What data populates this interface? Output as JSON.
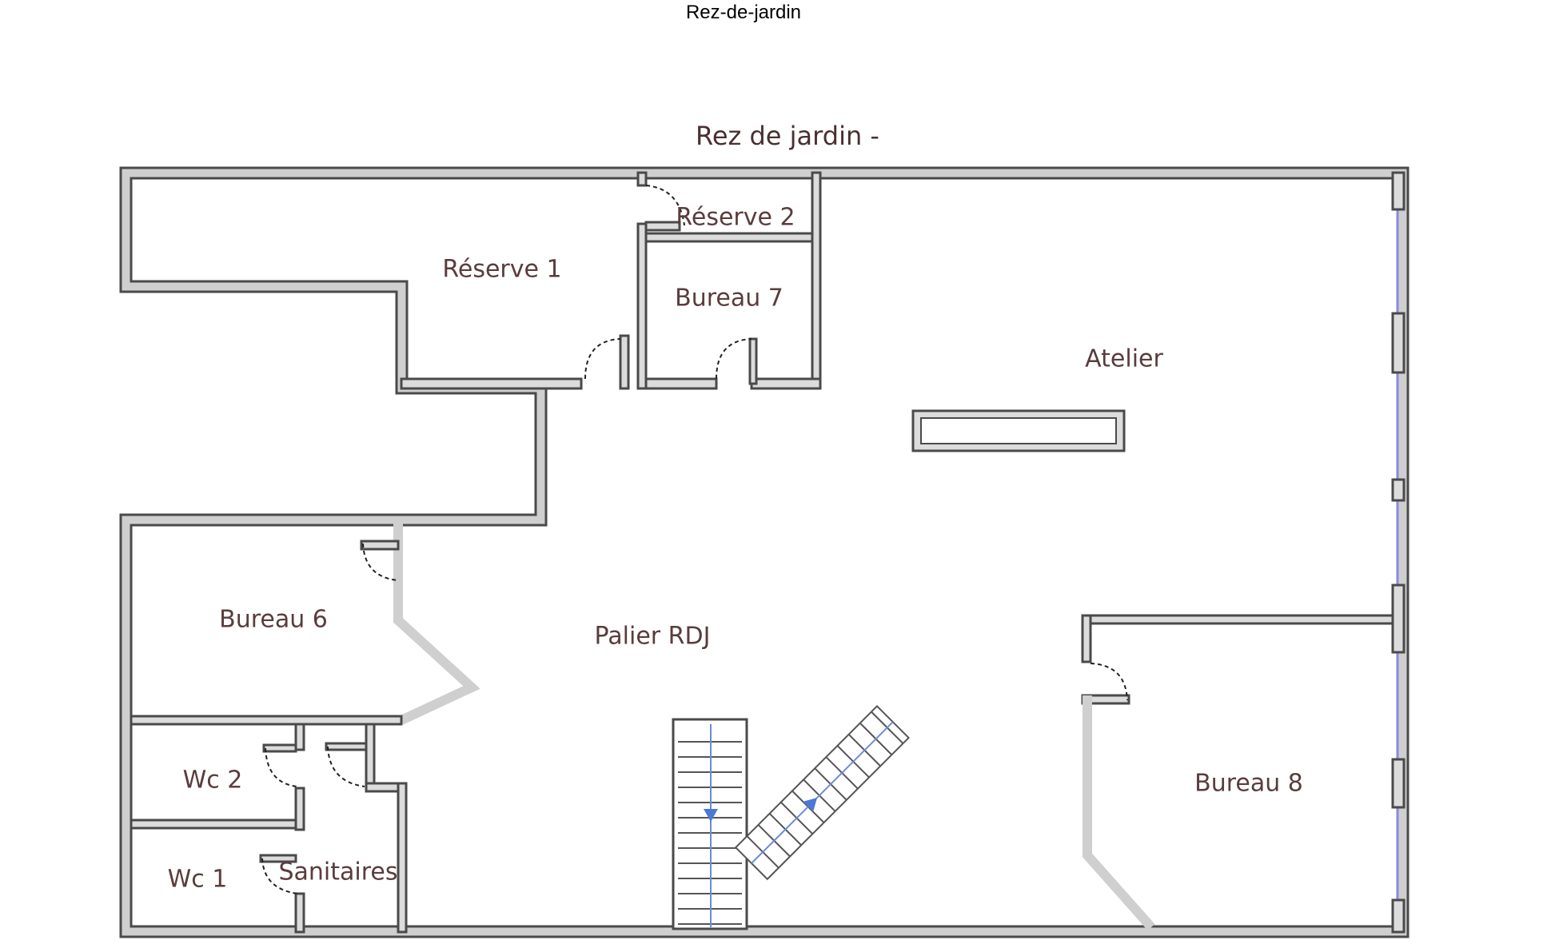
{
  "header": {
    "title": "Rez-de-jardin"
  },
  "plan": {
    "title": "Rez de jardin -",
    "rooms": {
      "reserve_1": "Réserve 1",
      "reserve_2": "Réserve 2",
      "bureau_7": "Bureau 7",
      "atelier": "Atelier",
      "bureau_6": "Bureau 6",
      "palier": "Palier RDJ",
      "wc_2": "Wc 2",
      "wc_1": "Wc 1",
      "sanitaires": "Sanitaires",
      "bureau_8": "Bureau 8"
    }
  },
  "colors": {
    "wall_fill": "#dcdcdc",
    "wall_stroke": "#4a4a4a",
    "label": "#5a3c3c",
    "stair_arrow": "#4a78d6"
  }
}
